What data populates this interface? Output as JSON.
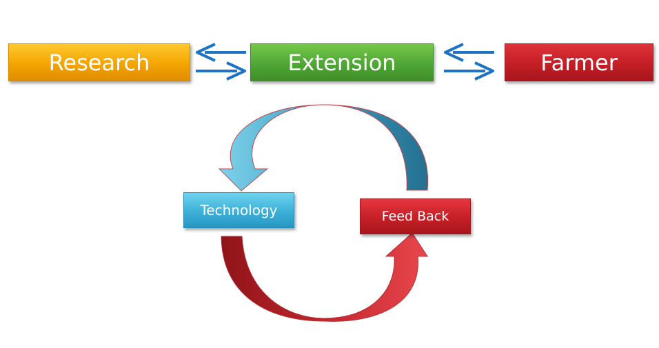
{
  "diagram": {
    "top_row": {
      "research": "Research",
      "extension": "Extension",
      "farmer": "Farmer"
    },
    "cycle": {
      "technology": "Technology",
      "feedback": "Feed Back"
    }
  },
  "colors": {
    "research": "#f4a400",
    "extension": "#4fa635",
    "farmer": "#c41e26",
    "technology": "#3cb0d8",
    "feedback": "#c61f27",
    "connector_arrows": "#1e73c4",
    "cycle_arrow_top": "#3a9fc4",
    "cycle_arrow_bottom": "#c1262c"
  }
}
